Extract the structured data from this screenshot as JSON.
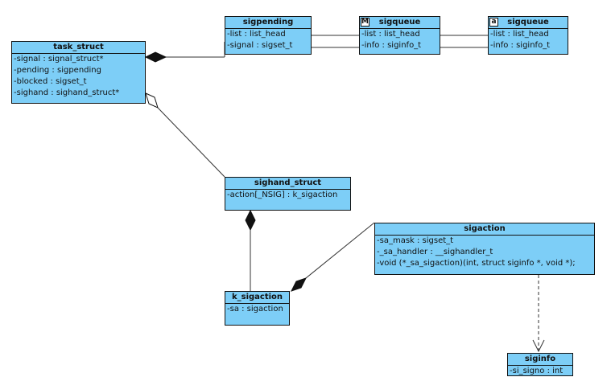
{
  "classes": {
    "task_struct": {
      "name": "task_struct",
      "attrs": [
        "-signal : signal_struct*",
        "-pending : sigpending",
        "-blocked : sigset_t",
        "-sighand : sighand_struct*"
      ]
    },
    "sigpending": {
      "name": "sigpending",
      "attrs": [
        "-list : list_head",
        "-signal : sigset_t"
      ]
    },
    "sigqueue1": {
      "name": "sigqueue",
      "badge": "M",
      "attrs": [
        "-list : list_head",
        "-info : siginfo_t"
      ]
    },
    "sigqueue2": {
      "name": "sigqueue",
      "badge": "a",
      "attrs": [
        "-list : list_head",
        "-info : siginfo_t"
      ]
    },
    "sighand_struct": {
      "name": "sighand_struct",
      "attrs": [
        "-action[_NSIG] : k_sigaction"
      ]
    },
    "sigaction": {
      "name": "sigaction",
      "attrs": [
        "-sa_mask : sigset_t",
        "-_sa_handler : __sighandler_t",
        "-void (*_sa_sigaction)(int, struct siginfo *, void *);"
      ]
    },
    "k_sigaction": {
      "name": "k_sigaction",
      "attrs": [
        "-sa : sigaction"
      ]
    },
    "siginfo": {
      "name": "siginfo",
      "attrs": [
        "-si_signo : int"
      ]
    }
  },
  "colors": {
    "class_fill": "#7dcef7",
    "border": "#111111",
    "line": "#333333"
  }
}
